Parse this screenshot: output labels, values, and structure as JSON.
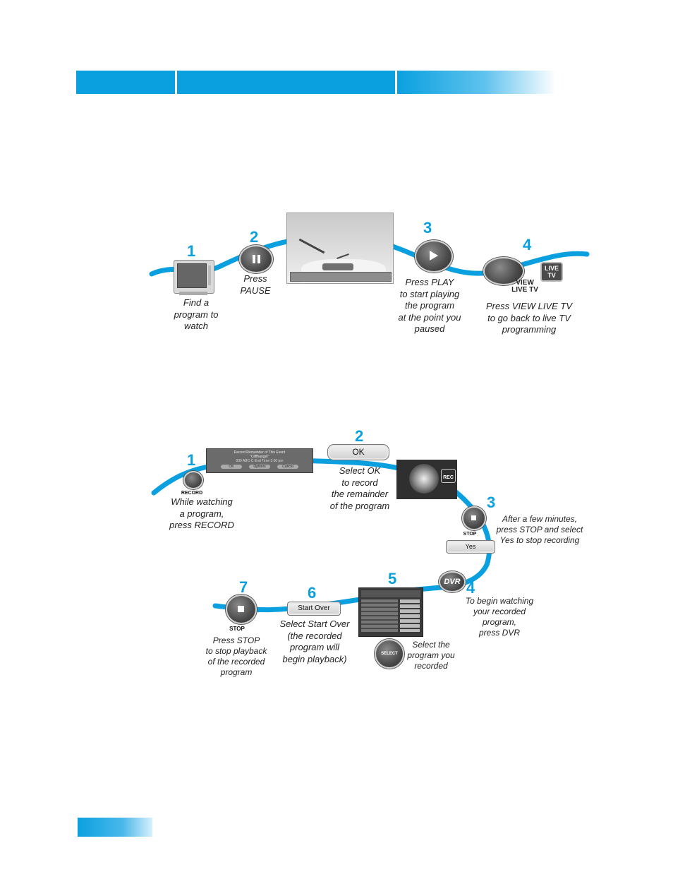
{
  "section1": {
    "steps": [
      {
        "num": "1",
        "caption": [
          "Find a",
          "program to",
          "watch"
        ]
      },
      {
        "num": "2",
        "caption": [
          "Press",
          "PAUSE"
        ]
      },
      {
        "num": "3",
        "caption": [
          "Press PLAY",
          "to start playing",
          "the program",
          "at the point you",
          "paused"
        ]
      },
      {
        "num": "4",
        "caption": [
          "Press VIEW LIVE TV",
          "to go back to live TV",
          "programming"
        ]
      }
    ],
    "view_label": [
      "VIEW",
      "LIVE TV"
    ],
    "live_tv_button": [
      "LIVE",
      "TV"
    ]
  },
  "section2": {
    "steps": [
      {
        "num": "1",
        "caption": [
          "While watching",
          "a program,",
          "press RECORD"
        ]
      },
      {
        "num": "2",
        "caption": [
          "Select OK",
          "to record",
          "the remainder",
          "of the program"
        ]
      },
      {
        "num": "3",
        "caption": [
          "After a few minutes,",
          "press STOP and select",
          "Yes to stop recording"
        ]
      },
      {
        "num": "4",
        "caption": [
          "To begin watching",
          "your recorded",
          "program,",
          "press DVR"
        ]
      },
      {
        "num": "5",
        "caption": [
          "Select the",
          "program you",
          "recorded"
        ]
      },
      {
        "num": "6",
        "caption": [
          "Select Start Over",
          "(the recorded",
          "program will",
          "begin playback)"
        ]
      },
      {
        "num": "7",
        "caption": [
          "Press STOP",
          "to stop playback",
          "of the recorded",
          "program"
        ]
      }
    ],
    "record_label": "RECORD",
    "ok_button": "OK",
    "rec_badge": "REC",
    "stop_label": "STOP",
    "yes_button": "Yes",
    "dvr_button": "DVR",
    "select_button": "SELECT",
    "start_over_button": "Start Over",
    "stop_label_2": "STOP",
    "dialog": {
      "title": "Record Remainder of This Event",
      "subtitle": "\"Cliffhanger\"",
      "detail": "000 ABC-C  End Time 3:00 pm",
      "buttons": [
        "OK",
        "Options",
        "Cancel"
      ]
    }
  },
  "colors": {
    "accent": "#0aa0e0",
    "text": "#222222"
  }
}
